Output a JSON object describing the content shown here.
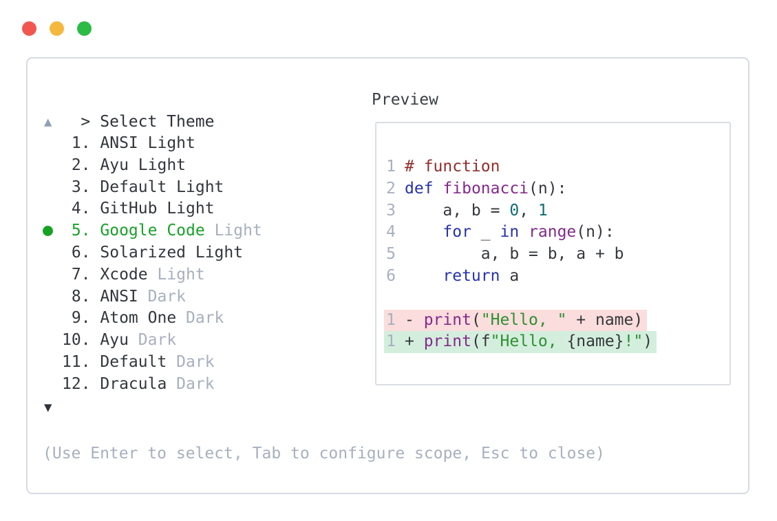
{
  "window": {
    "controls": {
      "close_color": "#f2574f",
      "minimize_color": "#f3b83d",
      "zoom_color": "#2cbb45"
    }
  },
  "prompt": {
    "chevron": ">",
    "title": "Select Theme"
  },
  "list": {
    "up_arrow": "▲",
    "down_arrow": "▼",
    "selected_index": 5,
    "selected_color": "#17a226",
    "items": [
      {
        "num": " 1. ",
        "name": "ANSI Light",
        "suffix": ""
      },
      {
        "num": " 2. ",
        "name": "Ayu Light",
        "suffix": ""
      },
      {
        "num": " 3. ",
        "name": "Default Light",
        "suffix": ""
      },
      {
        "num": " 4. ",
        "name": "GitHub Light",
        "suffix": ""
      },
      {
        "num": " 5. ",
        "name": "Google Code",
        "suffix": " Light"
      },
      {
        "num": " 6. ",
        "name": "Solarized Light",
        "suffix": ""
      },
      {
        "num": " 7. ",
        "name": "Xcode",
        "suffix": " Light"
      },
      {
        "num": " 8. ",
        "name": "ANSI",
        "suffix": " Dark"
      },
      {
        "num": " 9. ",
        "name": "Atom One",
        "suffix": " Dark"
      },
      {
        "num": "10. ",
        "name": "Ayu",
        "suffix": " Dark"
      },
      {
        "num": "11. ",
        "name": "Default",
        "suffix": " Dark"
      },
      {
        "num": "12. ",
        "name": "Dracula",
        "suffix": " Dark"
      }
    ]
  },
  "preview": {
    "title": "Preview",
    "lines": [
      {
        "n": "1",
        "tokens": [
          {
            "t": "# function",
            "c": "com"
          }
        ]
      },
      {
        "n": "2",
        "tokens": [
          {
            "t": "def",
            "c": "kw"
          },
          {
            "t": " ",
            "c": "pln"
          },
          {
            "t": "fibonacci",
            "c": "typ"
          },
          {
            "t": "(n):",
            "c": "pln"
          }
        ]
      },
      {
        "n": "3",
        "tokens": [
          {
            "t": "    a, b = ",
            "c": "pln"
          },
          {
            "t": "0",
            "c": "lit"
          },
          {
            "t": ", ",
            "c": "pln"
          },
          {
            "t": "1",
            "c": "lit"
          }
        ]
      },
      {
        "n": "4",
        "tokens": [
          {
            "t": "    ",
            "c": "pln"
          },
          {
            "t": "for",
            "c": "kw"
          },
          {
            "t": " _ ",
            "c": "pln"
          },
          {
            "t": "in",
            "c": "kw"
          },
          {
            "t": " ",
            "c": "pln"
          },
          {
            "t": "range",
            "c": "typ"
          },
          {
            "t": "(n):",
            "c": "pln"
          }
        ]
      },
      {
        "n": "5",
        "tokens": [
          {
            "t": "        a, b = b, a + b",
            "c": "pln"
          }
        ]
      },
      {
        "n": "6",
        "tokens": [
          {
            "t": "    ",
            "c": "pln"
          },
          {
            "t": "return",
            "c": "kw"
          },
          {
            "t": " a",
            "c": "pln"
          }
        ]
      },
      {
        "n": "",
        "tokens": []
      },
      {
        "n": "1",
        "bg": "removed",
        "tokens": [
          {
            "t": "- ",
            "c": "pln"
          },
          {
            "t": "print",
            "c": "typ"
          },
          {
            "t": "(",
            "c": "pln"
          },
          {
            "t": "\"Hello, \"",
            "c": "str"
          },
          {
            "t": " + name)",
            "c": "pln"
          }
        ]
      },
      {
        "n": "1",
        "bg": "added",
        "tokens": [
          {
            "t": "+ ",
            "c": "pln"
          },
          {
            "t": "print",
            "c": "typ"
          },
          {
            "t": "(f",
            "c": "pln"
          },
          {
            "t": "\"Hello, ",
            "c": "str"
          },
          {
            "t": "{name}",
            "c": "pln"
          },
          {
            "t": "!\"",
            "c": "str"
          },
          {
            "t": ")",
            "c": "pln"
          }
        ]
      }
    ],
    "diff_colors": {
      "removed_bg": "#fadddc",
      "added_bg": "#d4eedd"
    },
    "syntax_colors": {
      "comment": "#922e2a",
      "keyword": "#2733ab",
      "type": "#85298d",
      "literal": "#0d6e73",
      "string": "#2d9031",
      "plain": "#35383d",
      "line_number": "#a7b0bf"
    }
  },
  "help": "(Use Enter to select, Tab to configure scope, Esc to close)"
}
